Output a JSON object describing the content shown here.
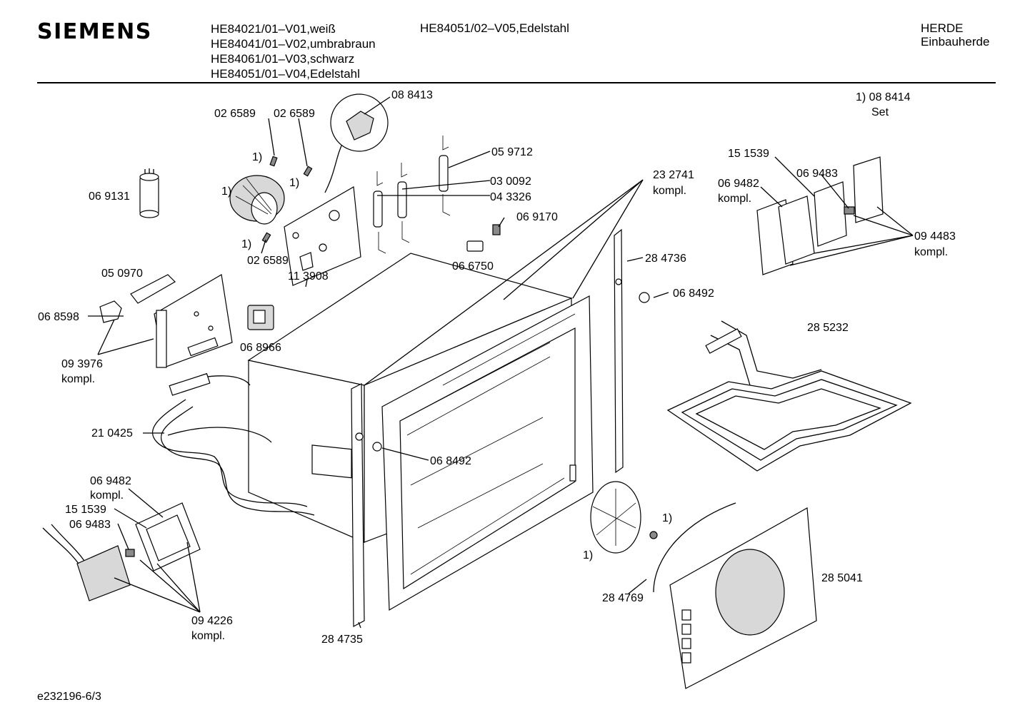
{
  "header": {
    "brand": "SIEMENS",
    "models": [
      "HE84021/01–V01,weiß",
      "HE84041/01–V02,umbrabraun",
      "HE84061/01–V03,schwarz",
      "HE84051/01–V04,Edelstahl"
    ],
    "model_alt": "HE84051/02–V05,Edelstahl",
    "category": [
      "HERDE",
      "Einbauherde"
    ]
  },
  "note": {
    "line1": "1)  08 8414",
    "line2": "Set"
  },
  "callouts": {
    "c088413": "08 8413",
    "c026589a": "02 6589",
    "c026589b": "02 6589",
    "c026589c": "02 6589",
    "c059712": "05 9712",
    "c030092": "03 0092",
    "c043326": "04 3326",
    "c069131": "06 9131",
    "c069170": "06 9170",
    "c066750": "06 6750",
    "c113908": "11 3908",
    "c050970": "05 0970",
    "c068598": "06 8598",
    "c093976": "09 3976",
    "kompl": "kompl.",
    "c068966": "06 8966",
    "c232741": "23 2741",
    "c284736": "28 4736",
    "c068492a": "06 8492",
    "c068492b": "06 8492",
    "c151539a": "15 1539",
    "c069483a": "06 9483",
    "c069482a": "06 9482",
    "c094483": "09 4483",
    "c285232": "28 5232",
    "c210425": "21 0425",
    "c069482b": "06 9482",
    "c151539b": "15 1539",
    "c069483b": "06 9483",
    "c094226": "09 4226",
    "c284735": "28 4735",
    "c284769": "28 4769",
    "c285041": "28 5041",
    "one": "1)"
  },
  "footer": {
    "doc_id": "e232196-6/3"
  }
}
